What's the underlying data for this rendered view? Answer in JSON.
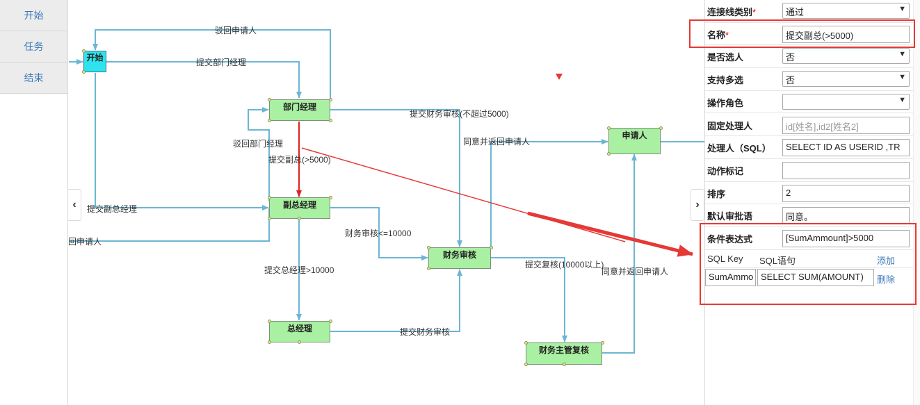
{
  "toolbox": {
    "items": [
      "开始",
      "任务",
      "结束"
    ]
  },
  "nodes": {
    "start": "开始",
    "dept_manager": "部门经理",
    "vice_manager": "副总经理",
    "general_manager": "总经理",
    "finance_review": "财务审核",
    "applicant": "申请人",
    "finance_director": "财务主管复核"
  },
  "edges": {
    "reject_to_applicant": "驳回申请人",
    "submit_dept_manager": "提交部门经理",
    "submit_finance_le5000": "提交财务审核(不超过5000)",
    "agree_return_applicant_1": "同意并返回申请人",
    "reject_dept_manager": "驳回部门经理",
    "submit_vice_gt5000": "提交副总(>5000)",
    "submit_vice_manager": "提交副总经理",
    "reject_applicant_partial": "回申请人",
    "finance_le10000": "财务审核<=10000",
    "submit_gm_gt10000": "提交总经理>10000",
    "submit_recheck_gt10000": "提交复核(10000以上)",
    "agree_return_applicant_2": "同意并返回申请人",
    "submit_finance": "提交财务审核"
  },
  "props": {
    "line_type": {
      "label": "连接线类别",
      "value": "通过"
    },
    "name": {
      "label": "名称",
      "value": "提交副总(>5000)"
    },
    "select_person": {
      "label": "是否选人",
      "value": "否"
    },
    "multi_select": {
      "label": "支持多选",
      "value": "否"
    },
    "role": {
      "label": "操作角色",
      "value": ""
    },
    "fixed_handler": {
      "label": "固定处理人",
      "placeholder": "id[姓名],id2[姓名2]"
    },
    "handler_sql": {
      "label": "处理人（SQL）",
      "value": "SELECT ID AS USERID ,TR"
    },
    "action_mark": {
      "label": "动作标记",
      "value": ""
    },
    "order": {
      "label": "排序",
      "value": "2"
    },
    "default_comment": {
      "label": "默认审批语",
      "value": "同意。"
    },
    "condition": {
      "label": "条件表达式",
      "value": "[SumAmmount]>5000"
    },
    "sql_table": {
      "col_key": "SQL Key",
      "col_sql": "SQL语句",
      "add": "添加",
      "row_key": "SumAmmo",
      "row_sql": "SELECT SUM(AMOUNT)",
      "delete": "删除"
    }
  },
  "colors": {
    "edge": "#6cb6d4",
    "selected_edge": "#e02020",
    "node": "#a9f0a2",
    "start_node": "#2fe3ee",
    "highlight": "#e53935"
  }
}
